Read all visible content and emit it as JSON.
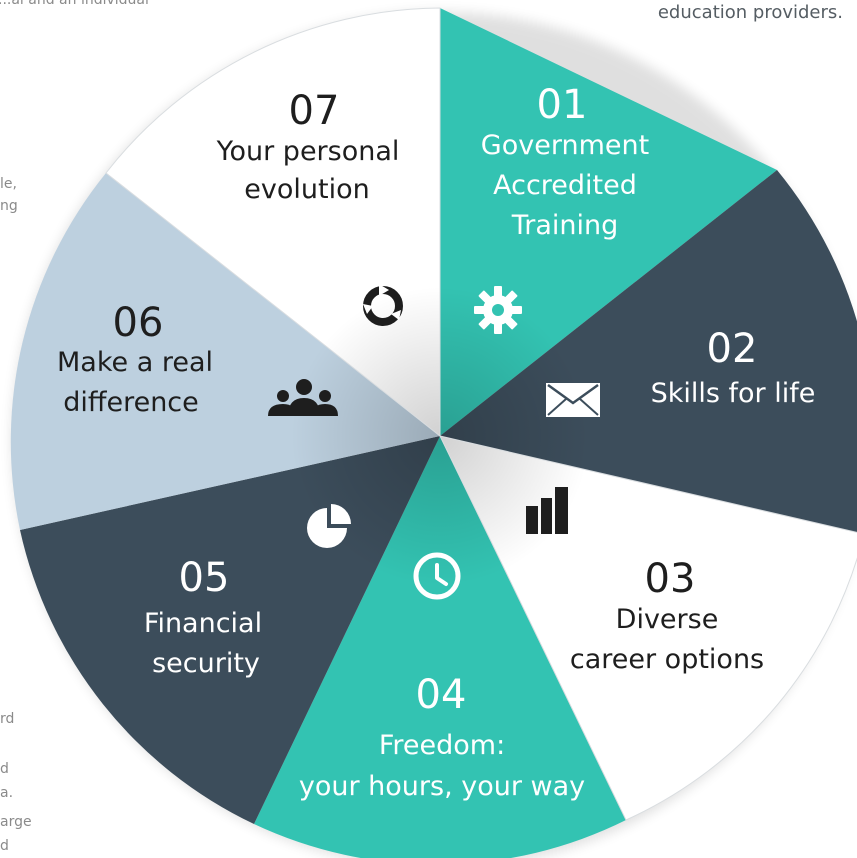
{
  "edge_text": {
    "top_left": "...al and an individual",
    "top_right": "education providers.",
    "left_mid": [
      "le,",
      "ng"
    ],
    "left_bottom": [
      "rd",
      "d",
      "a.",
      "arge",
      "d"
    ]
  },
  "segments": [
    {
      "number": "01",
      "lines": [
        "Government",
        "Accredited",
        "Training"
      ],
      "icon": "gear-icon",
      "color": "#33c3b2",
      "text_color": "#ffffff"
    },
    {
      "number": "02",
      "lines": [
        "Skills for life"
      ],
      "icon": "envelope-icon",
      "color": "#3c4d5b",
      "text_color": "#ffffff"
    },
    {
      "number": "03",
      "lines": [
        "Diverse",
        "career options"
      ],
      "icon": "bar-chart-icon",
      "color": "#ffffff",
      "text_color": "#1e1e1e"
    },
    {
      "number": "04",
      "lines": [
        "Freedom:",
        "your hours, your way"
      ],
      "icon": "clock-icon",
      "color": "#33c3b2",
      "text_color": "#ffffff"
    },
    {
      "number": "05",
      "lines": [
        "Financial",
        "security"
      ],
      "icon": "pie-chart-icon",
      "color": "#3c4d5b",
      "text_color": "#ffffff"
    },
    {
      "number": "06",
      "lines": [
        "Make a real",
        "difference"
      ],
      "icon": "people-icon",
      "color": "#bdd0df",
      "text_color": "#1e1e1e"
    },
    {
      "number": "07",
      "lines": [
        "Your personal",
        "evolution"
      ],
      "icon": "cycle-icon",
      "color": "#ffffff",
      "text_color": "#1e1e1e"
    }
  ]
}
